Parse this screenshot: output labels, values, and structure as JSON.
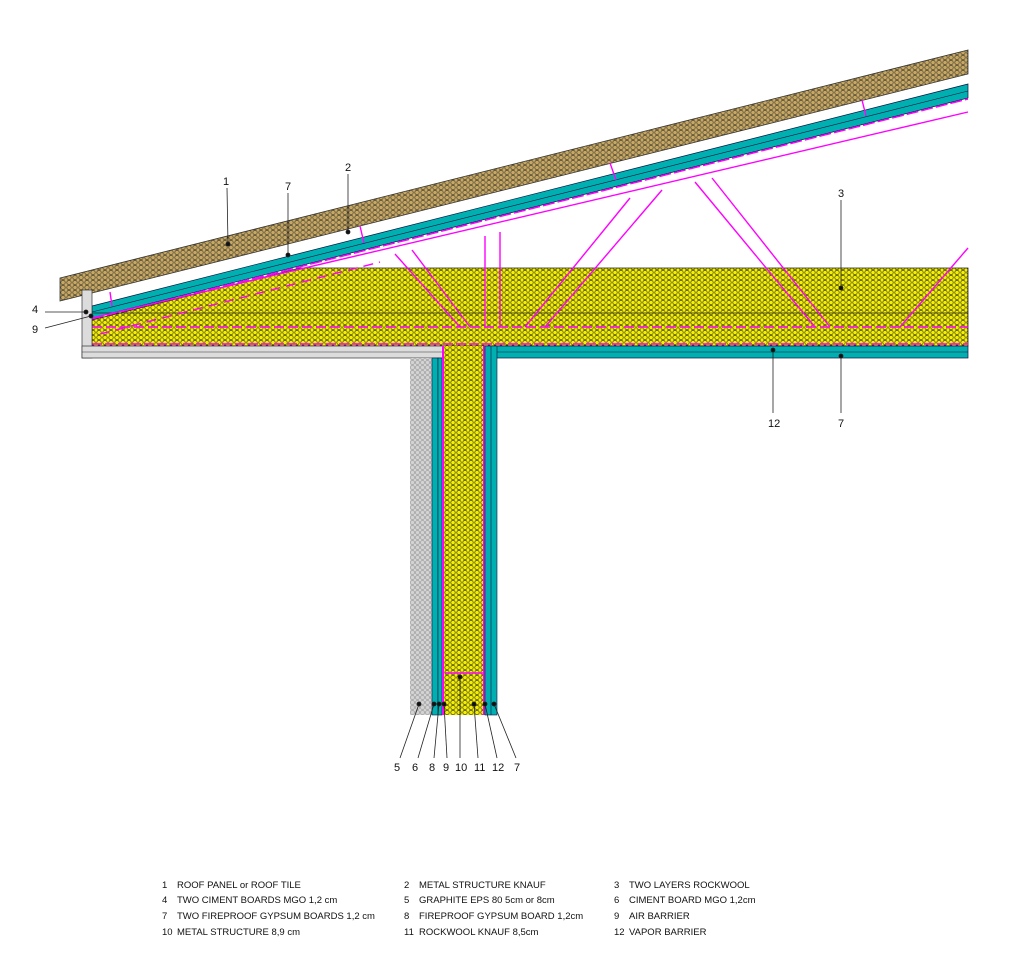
{
  "colors": {
    "insulation": "#f5f000",
    "roof_panel": "#c8a860",
    "board_teal": "#00b0b0",
    "barrier": "#ff00ff",
    "eps": "#c8c8c8",
    "board_gray": "#dcdcdc"
  },
  "callouts": {
    "roof": [
      "1",
      "7",
      "2",
      "3",
      "4",
      "9",
      "12",
      "7"
    ],
    "wall": [
      "5",
      "6",
      "8",
      "9",
      "10",
      "11",
      "12",
      "7"
    ]
  },
  "legend": [
    {
      "num": "1",
      "text": "ROOF PANEL  or  ROOF TILE"
    },
    {
      "num": "2",
      "text": "METAL STRUCTURE KNAUF"
    },
    {
      "num": "3",
      "text": "TWO LAYERS ROCKWOOL"
    },
    {
      "num": "4",
      "text": "TWO CIMENT BOARDS  MGO 1,2 cm"
    },
    {
      "num": "5",
      "text": "GRAPHITE EPS 80 5cm or 8cm"
    },
    {
      "num": "6",
      "text": "CIMENT BOARD MGO 1,2cm"
    },
    {
      "num": "7",
      "text": "TWO FIREPROOF GYPSUM BOARDS 1,2 cm"
    },
    {
      "num": "8",
      "text": "FIREPROOF GYPSUM BOARD 1,2cm"
    },
    {
      "num": "9",
      "text": "AIR BARRIER"
    },
    {
      "num": "10",
      "text": "METAL STRUCTURE 8,9 cm"
    },
    {
      "num": "11",
      "text": "ROCKWOOL KNAUF 8,5cm"
    },
    {
      "num": "12",
      "text": "VAPOR BARRIER"
    }
  ]
}
